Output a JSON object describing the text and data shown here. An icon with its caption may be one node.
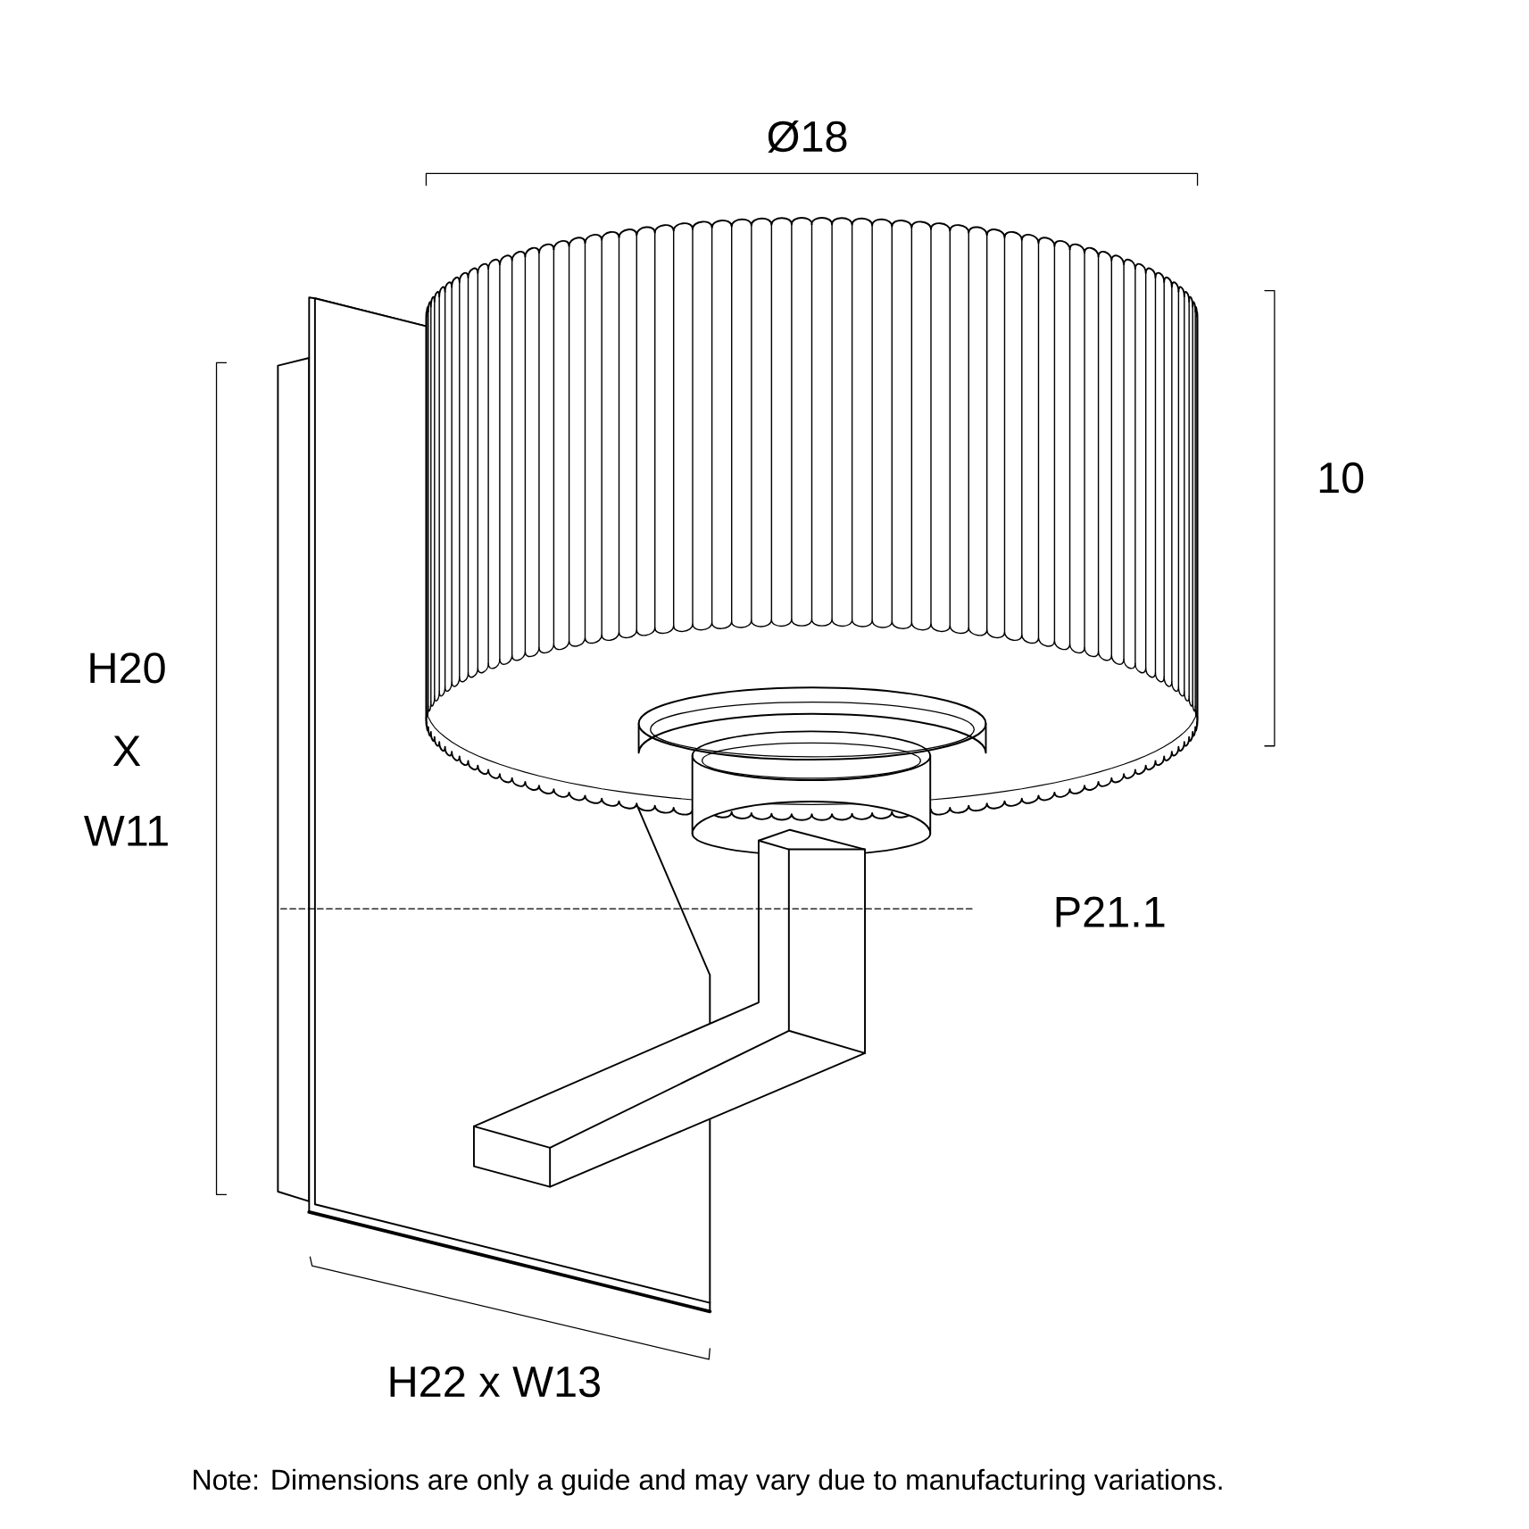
{
  "diagram": {
    "labels": [
      "Ø18",
      "10",
      "H20",
      "X",
      "W11",
      "P21.1",
      "H22 x W13",
      "Note: Dimensions are only a guide and may vary due to manufacturing variations."
    ]
  }
}
